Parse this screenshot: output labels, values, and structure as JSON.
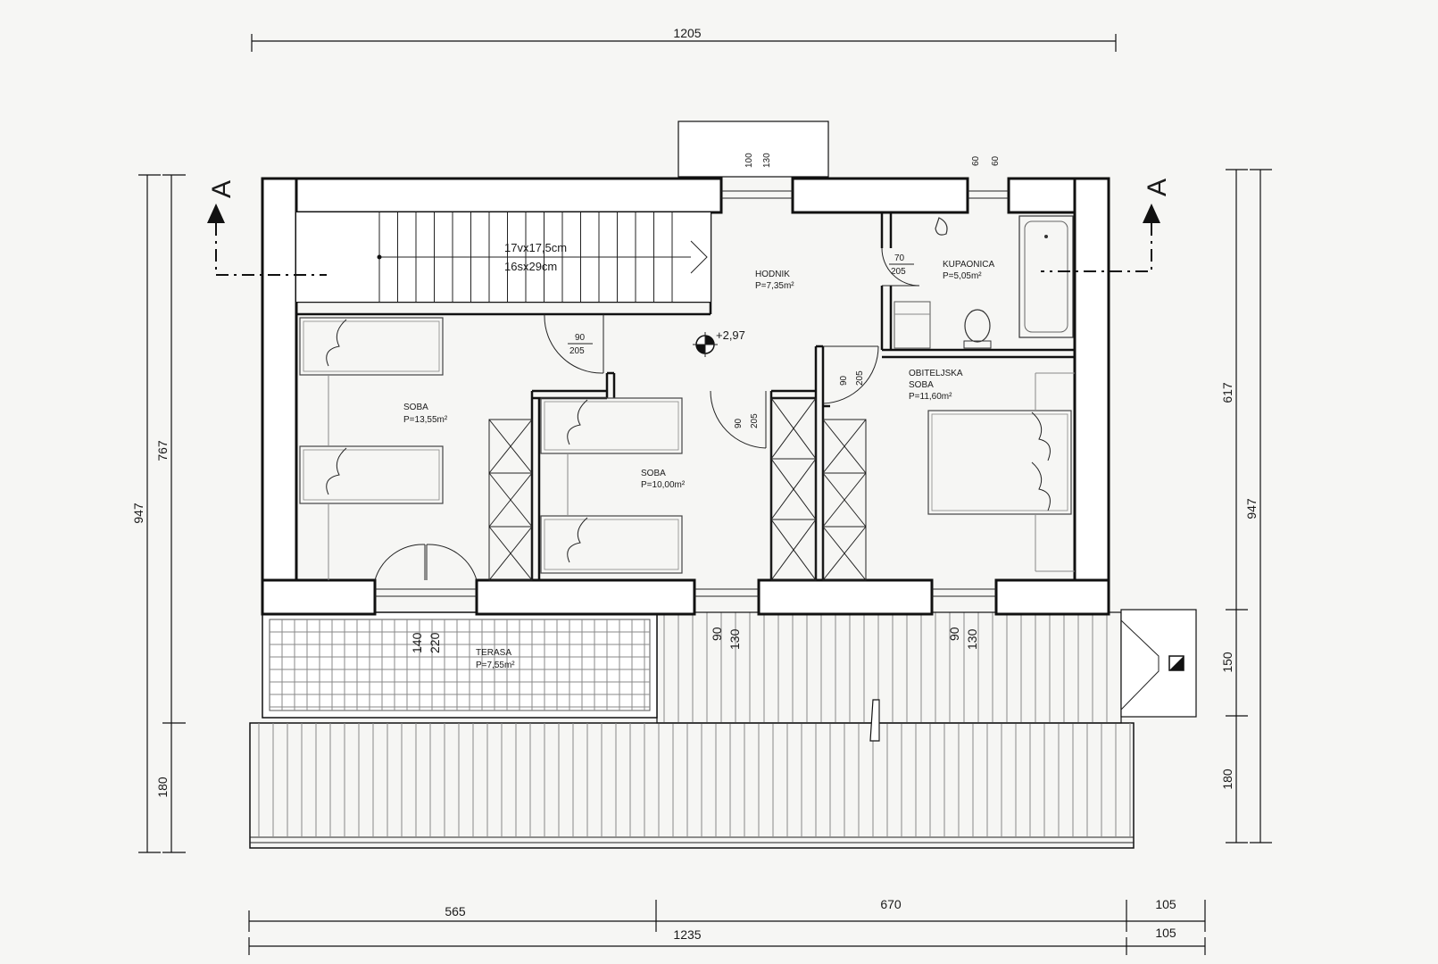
{
  "dims": {
    "top": "1205",
    "left_outer": "947",
    "left_inner": "767",
    "left_bottom": "180",
    "right_upper": "617",
    "right_outer": "947",
    "right_mid": "150",
    "right_bottom": "180",
    "bottom_a": "565",
    "bottom_b": "670",
    "bottom_c": "105",
    "bottom_total": "1235",
    "bottom_c2": "105"
  },
  "section_marker": "A",
  "rooms": {
    "hodnik": {
      "name": "HODNIK",
      "area": "P=7,35m²"
    },
    "kupaonica": {
      "name": "KUPAONICA",
      "area": "P=5,05m²"
    },
    "soba1": {
      "name": "SOBA",
      "area": "P=13,55m²"
    },
    "soba2": {
      "name": "SOBA",
      "area": "P=10,00m²"
    },
    "obiteljska": {
      "name1": "OBITELJSKA",
      "name2": "SOBA",
      "area": "P=11,60m²"
    },
    "terasa": {
      "name": "TERASA",
      "area": "P=7,55m²"
    }
  },
  "stairs": {
    "line1": "17vx17,5cm",
    "line2": "16sx29cm"
  },
  "level": "+2,97",
  "openings": {
    "w_top_a": "100",
    "w_top_b": "130",
    "w_bath_a": "60",
    "w_bath_b": "60",
    "d_bath_a": "70",
    "d_bath_b": "205",
    "d_soba1_a": "90",
    "d_soba1_b": "205",
    "d_obit_a": "90",
    "d_obit_b": "205",
    "d_soba2_a": "90",
    "d_soba2_b": "205",
    "d_terasa_a": "140",
    "d_terasa_b": "220",
    "w_soba2_a": "90",
    "w_soba2_b": "130",
    "w_obit_a": "90",
    "w_obit_b": "130"
  }
}
